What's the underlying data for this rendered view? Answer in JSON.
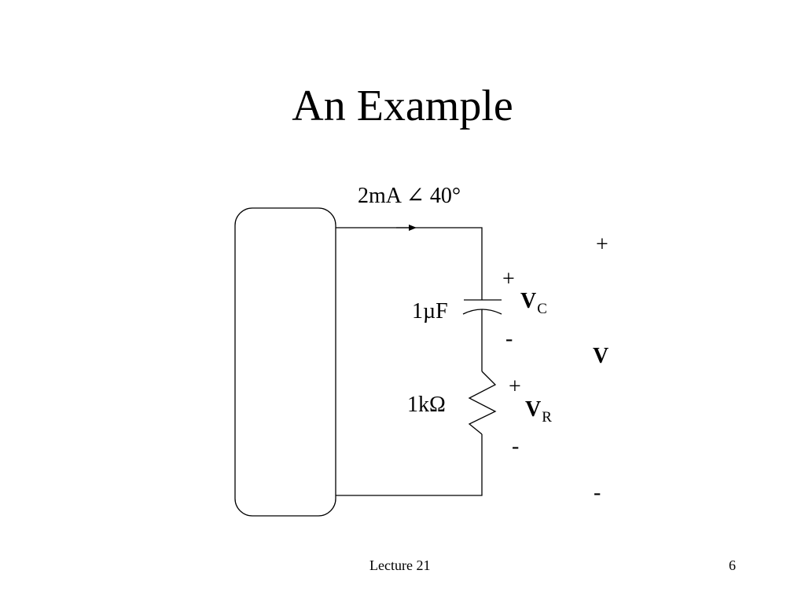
{
  "slide": {
    "title": "An Example",
    "footer_left": "Lecture 21",
    "page_number": "6"
  },
  "circuit": {
    "current_label": "2mA ∠ 40°",
    "capacitor_label": "1µF",
    "resistor_label": "1kΩ",
    "vc": {
      "main": "V",
      "sub": "C",
      "plus": "+",
      "minus": "-"
    },
    "vr": {
      "main": "V",
      "sub": "R",
      "plus": "+",
      "minus": "-"
    },
    "v_total": {
      "main": "V",
      "plus": "+",
      "minus": "-"
    }
  }
}
